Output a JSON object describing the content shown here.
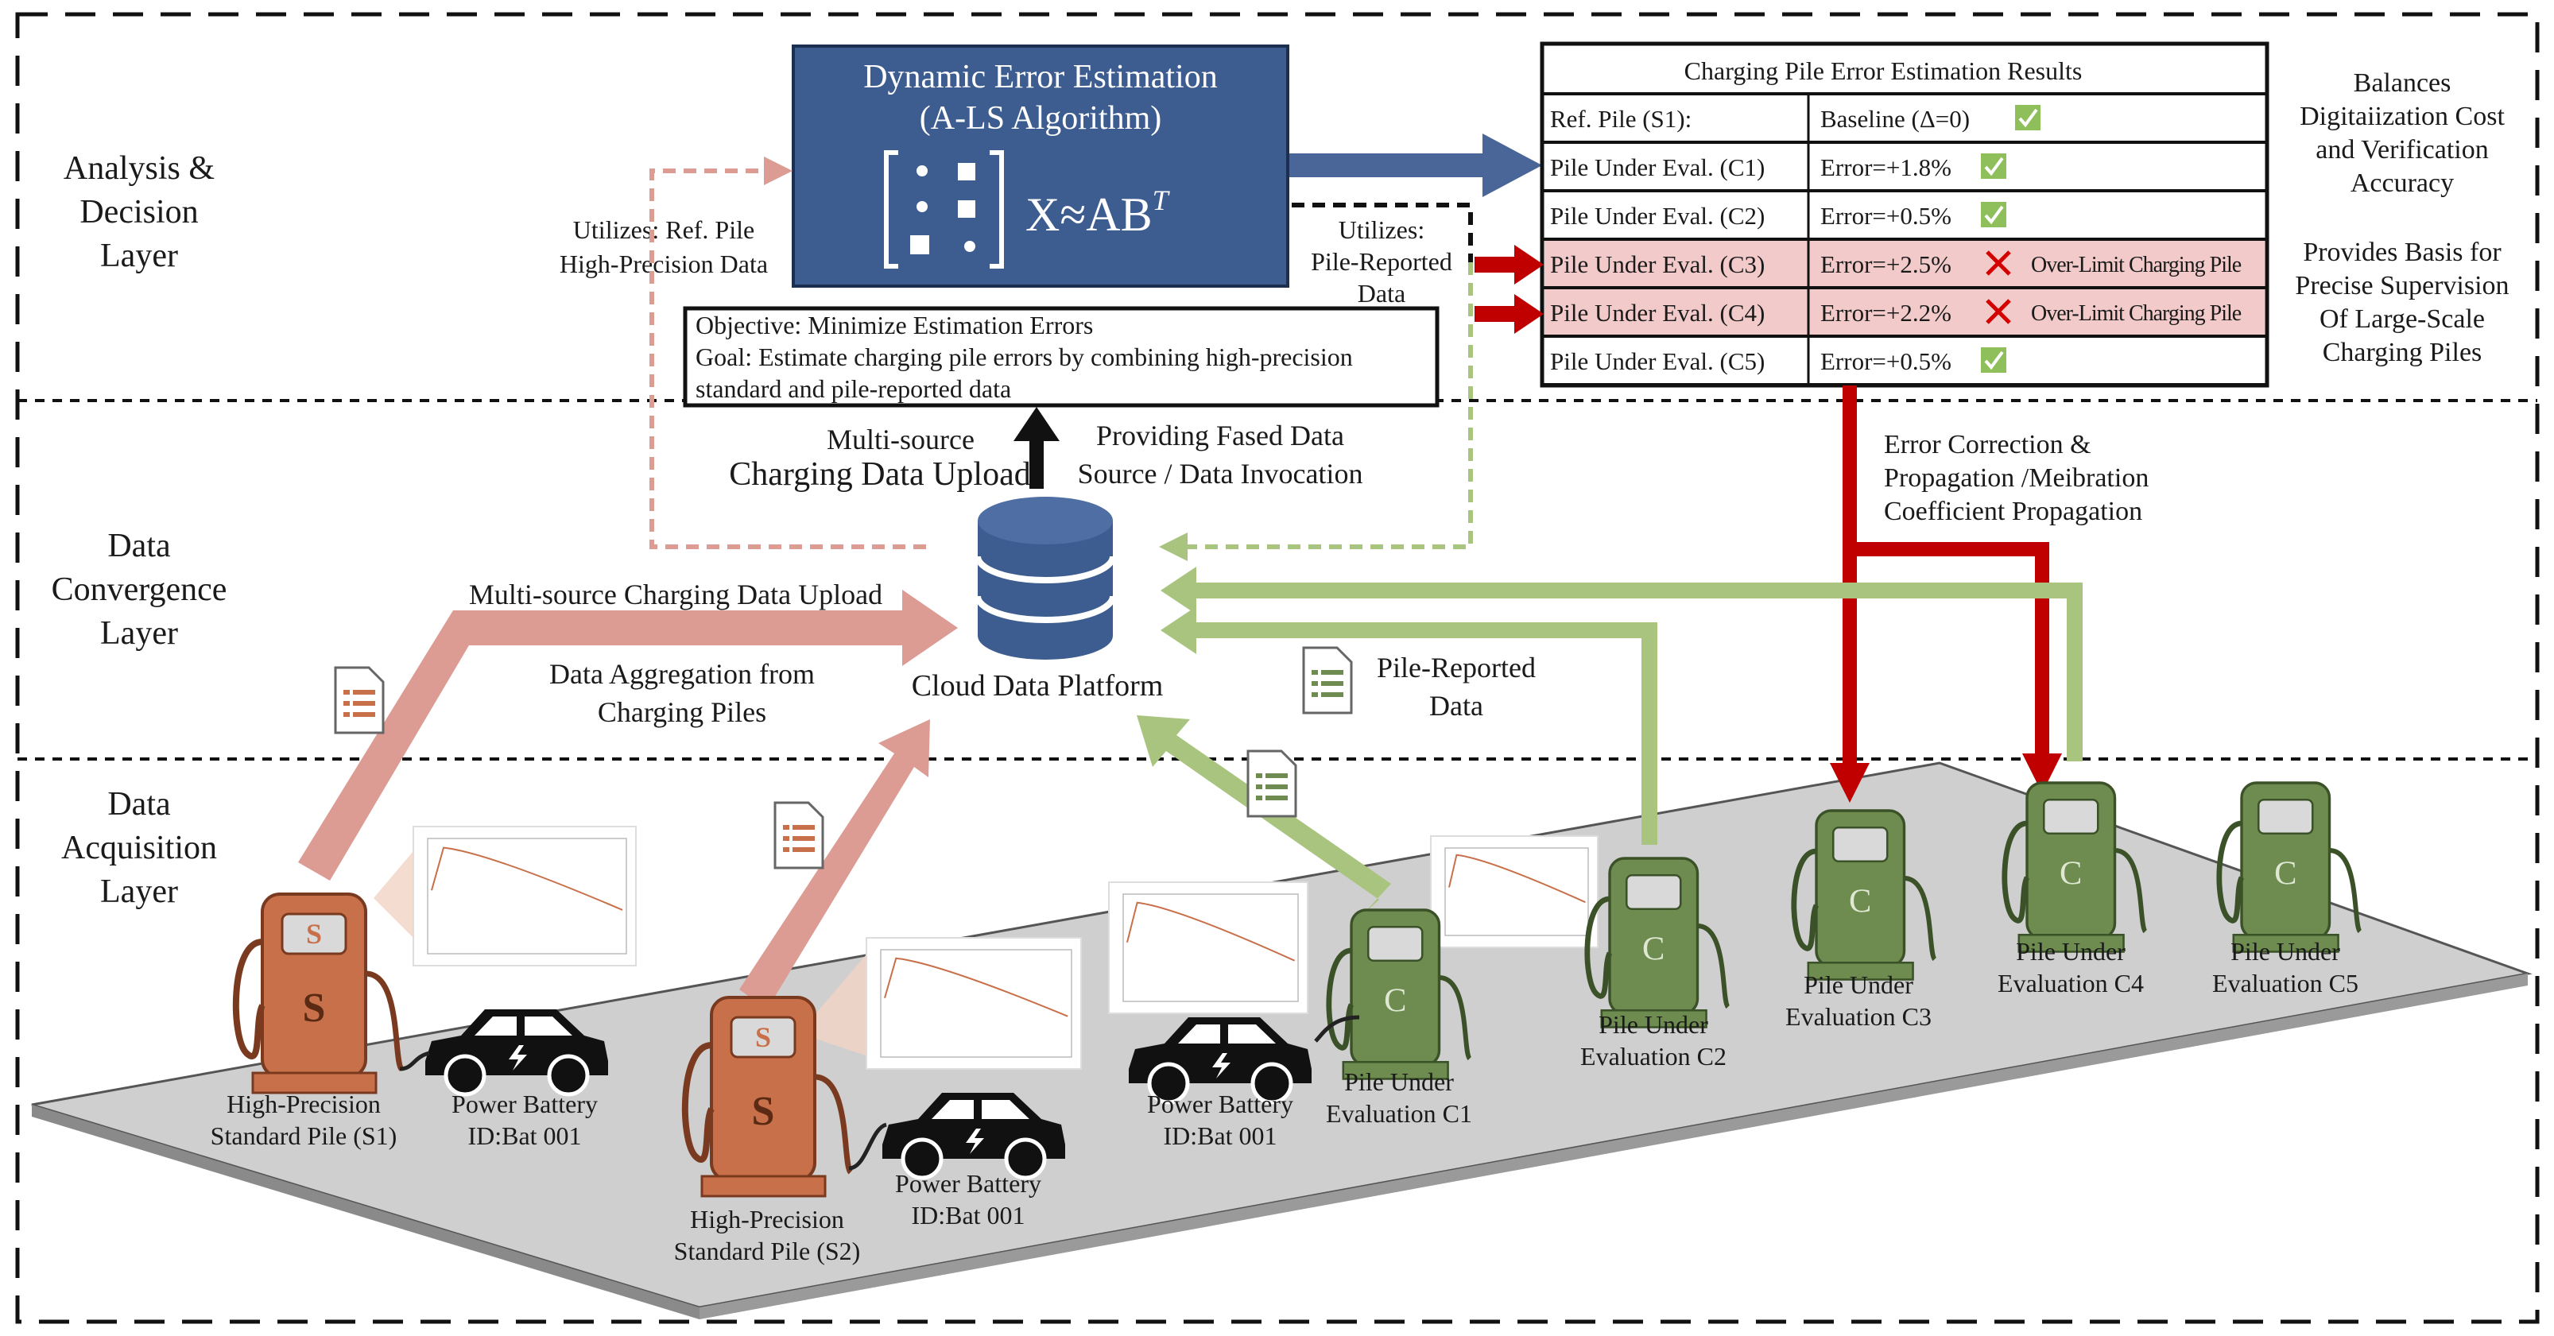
{
  "layers": {
    "analysis": [
      "Analysis &",
      "Decision",
      "Layer"
    ],
    "convergence": [
      "Data",
      "Convergence",
      "Layer"
    ],
    "acquisition": [
      "Data",
      "Acquisition",
      "Layer"
    ]
  },
  "algorithm": {
    "title_line1": "Dynamic Error Estimation",
    "title_line2": "(A-LS Algorithm)",
    "formula": "X≈AB",
    "formula_sup": "T"
  },
  "objective": {
    "line1": "Objective: Minimize Estimation Errors",
    "line2": "Goal: Estimate charging pile errors by combining high-precision",
    "line3": "standard and pile-reported data"
  },
  "annotations": {
    "utilizes_ref": [
      "Utilizes: Ref. Pile",
      "High-Precision Data"
    ],
    "utilizes_pile": [
      "Utilizes:",
      "Pile-Reported",
      "Data"
    ],
    "multi_source_small": "Multi-source",
    "charging_data_upload": "Charging Data Upload",
    "providing_fused": [
      "Providing Fased Data",
      "Source / Data Invocation"
    ],
    "multi_source_upload": "Multi-source Charging Data Upload",
    "data_aggregation": [
      "Data Aggregation from",
      "Charging Piles"
    ],
    "cloud_platform": "Cloud Data Platform",
    "pile_reported": [
      "Pile-Reported",
      "Data"
    ],
    "error_correction": [
      "Error Correction &",
      "Propagation /Meibration",
      "Coefficient Propagation"
    ],
    "balances": [
      "Balances",
      "Digitaiization Cost",
      "and Verification",
      "Accuracy"
    ],
    "provides_basis": [
      "Provides Basis for",
      "Precise Supervision",
      "Of Large-Scale",
      "Charging Piles"
    ]
  },
  "results_table": {
    "title": "Charging Pile Error Estimation Results",
    "rows": [
      {
        "pile": "Ref. Pile (S1):",
        "error": "Baseline (Δ=0)",
        "status": "ok",
        "note": ""
      },
      {
        "pile": "Pile Under Eval. (C1)",
        "error": "Error=+1.8%",
        "status": "ok",
        "note": ""
      },
      {
        "pile": "Pile Under Eval. (C2)",
        "error": "Error=+0.5%",
        "status": "ok",
        "note": ""
      },
      {
        "pile": "Pile Under Eval. (C3)",
        "error": "Error=+2.5%",
        "status": "over",
        "note": "Over-Limit Charging Pile"
      },
      {
        "pile": "Pile Under Eval. (C4)",
        "error": "Error=+2.2%",
        "status": "over",
        "note": "Over-Limit Charging Pile"
      },
      {
        "pile": "Pile Under Eval. (C5)",
        "error": "Error=+0.5%",
        "status": "ok",
        "note": ""
      }
    ]
  },
  "piles": {
    "S1": [
      "High-Precision",
      "Standard Pile (S1)"
    ],
    "S2": [
      "High-Precision",
      "Standard Pile (S2)"
    ],
    "C1": [
      "Pile Under",
      "Evaluation C1"
    ],
    "C2": [
      "Pile Under",
      "Evaluation C2"
    ],
    "C3": [
      "Pile Under",
      "Evaluation C3"
    ],
    "C4": [
      "Pile Under",
      "Evaluation C4"
    ],
    "C5": [
      "Pile Under",
      "Evaluation C5"
    ],
    "letter_S": "S",
    "letter_C": "C"
  },
  "batteries": {
    "b1": [
      "Power Battery",
      "ID:Bat 001"
    ],
    "b2": [
      "Power Battery",
      "ID:Bat 001"
    ],
    "b3": [
      "Power Battery",
      "ID:Bat 001"
    ]
  },
  "colors": {
    "algo_box": "#3d5c8f",
    "pink_arrow": "#dc9b93",
    "green_arrow": "#a9c47f",
    "red_arrow": "#c00000",
    "blue_arrow": "#4a6699",
    "standard_pile": "#c8704a",
    "eval_pile": "#6e8c4f",
    "over_row": "#f2caca",
    "ok_check": "#8fbf5a"
  }
}
